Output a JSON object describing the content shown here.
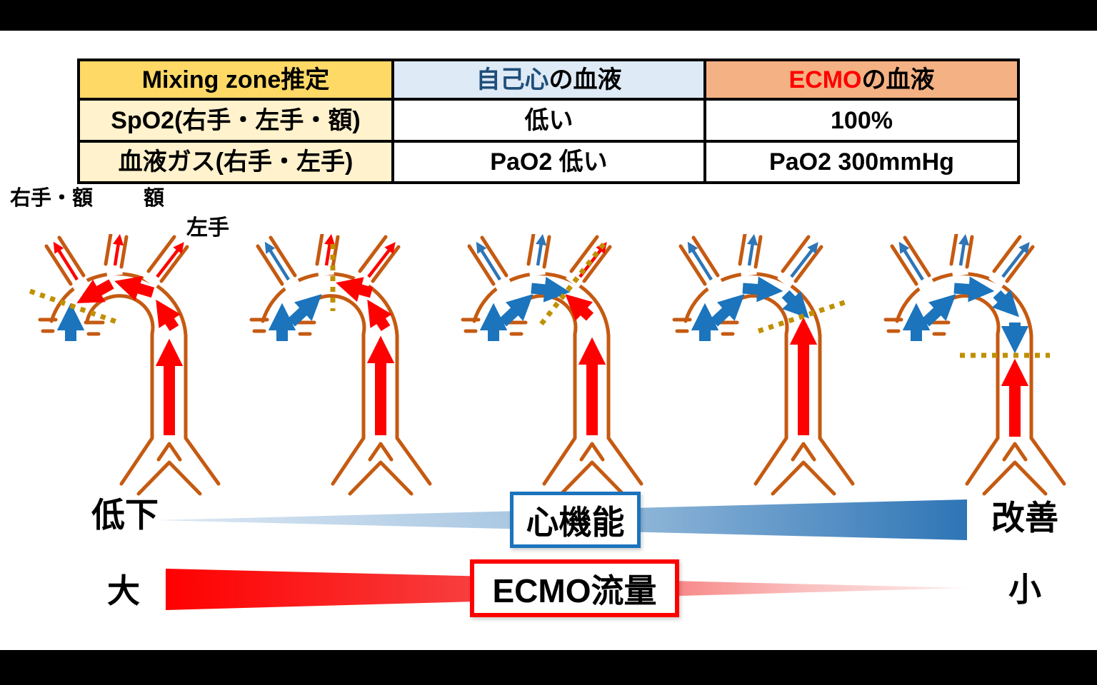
{
  "table": {
    "header": {
      "col1": "Mixing zone推定",
      "col2_accent": "自己心",
      "col2_suffix": "の血液",
      "col3_accent": "ECMO",
      "col3_suffix": "の血液"
    },
    "rows": [
      {
        "label": "SpO2(右手・左手・額)",
        "native": "低い",
        "ecmo": "100%"
      },
      {
        "label": "血液ガス(右手・左手)",
        "native": "PaO2 低い",
        "ecmo": "PaO2 300mmHg"
      }
    ]
  },
  "branch_labels": {
    "brachiocephalic": "右手・額",
    "carotid": "額",
    "subclavian": "左手"
  },
  "diagrams": [
    {
      "index": 1,
      "mixing_zone": "aortic root",
      "native_flow_branches": 0,
      "ecmo_flow_branches": 3
    },
    {
      "index": 2,
      "mixing_zone": "proximal arch after 1st branch",
      "native_flow_branches": 1,
      "ecmo_flow_branches": 2
    },
    {
      "index": 3,
      "mixing_zone": "distal arch after 2nd branch",
      "native_flow_branches": 2,
      "ecmo_flow_branches": 1
    },
    {
      "index": 4,
      "mixing_zone": "proximal descending aorta",
      "native_flow_branches": 3,
      "ecmo_flow_branches": 0
    },
    {
      "index": 5,
      "mixing_zone": "mid descending aorta",
      "native_flow_branches": 3,
      "ecmo_flow_branches": 0
    }
  ],
  "cardiac_axis": {
    "left": "低下",
    "box": "心機能",
    "right": "改善"
  },
  "ecmo_axis": {
    "left": "大",
    "box": "ECMO流量",
    "right": "小"
  },
  "colors": {
    "aorta_wall": "#C55A11",
    "ecmo_flow_red": "#FF0000",
    "native_flow_blue": "#1B74BC",
    "mixing_zone_line": "#BF9000",
    "table_header_gold": "#FFD966",
    "table_row_yellow": "#FFF2CC",
    "table_header_blue": "#DEEAF6",
    "table_header_orange": "#F4B183",
    "native_text_navy": "#1F4E79",
    "cardiac_gradient_dark": "#2E75B6"
  }
}
